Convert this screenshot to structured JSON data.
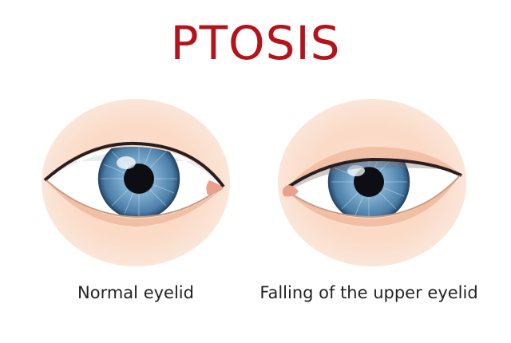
{
  "title": "PTOSIS",
  "captions": {
    "normal": "Normal eyelid",
    "ptosis": "Falling of the upper eyelid"
  },
  "colors": {
    "title": "#b5121b",
    "skin": "#fbd9c4",
    "iris": "#5b8fb8",
    "pupil": "#0d0d14",
    "sclera": "#ffffff",
    "eyelid_line": "#2a1e1e"
  }
}
